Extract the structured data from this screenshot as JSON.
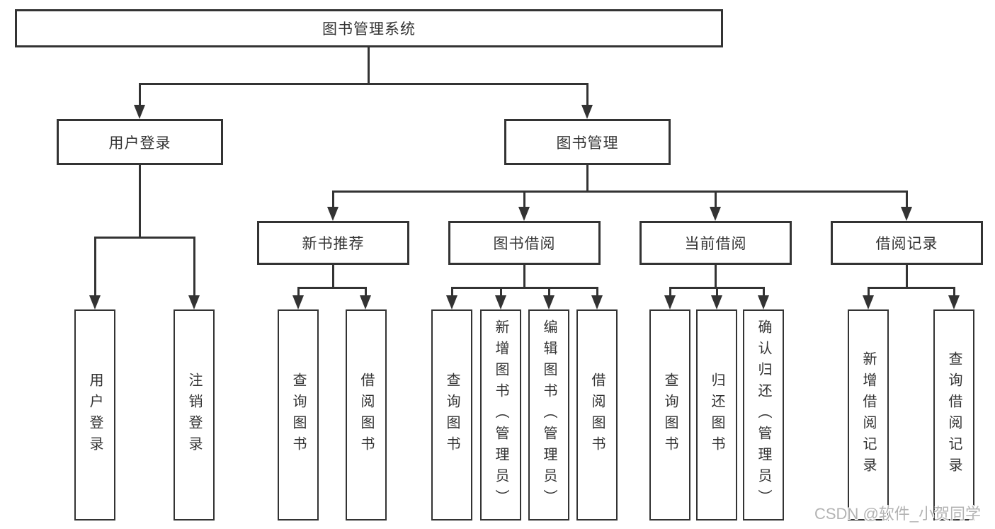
{
  "tree": {
    "label": "图书管理系统",
    "children": [
      {
        "label": "用户登录",
        "children": [
          {
            "label": "用户登录"
          },
          {
            "label": "注销登录"
          }
        ]
      },
      {
        "label": "图书管理",
        "children": [
          {
            "label": "新书推荐",
            "children": [
              {
                "label": "查询图书"
              },
              {
                "label": "借阅图书"
              }
            ]
          },
          {
            "label": "图书借阅",
            "children": [
              {
                "label": "查询图书"
              },
              {
                "label": "新增图书（管理员）"
              },
              {
                "label": "编辑图书（管理员）"
              },
              {
                "label": "借阅图书"
              }
            ]
          },
          {
            "label": "当前借阅",
            "children": [
              {
                "label": "查询图书"
              },
              {
                "label": "归还图书"
              },
              {
                "label": "确认归还（管理员）"
              }
            ]
          },
          {
            "label": "借阅记录",
            "children": [
              {
                "label": "新增借阅记录"
              },
              {
                "label": "查询借阅记录"
              }
            ]
          }
        ]
      }
    ]
  },
  "watermark": {
    "text": "CSDN @软件_小贺同学"
  },
  "colors": {
    "line": "#333333",
    "text": "#333333",
    "box_fill": "#ffffff",
    "watermark": "#b3b3b3"
  }
}
